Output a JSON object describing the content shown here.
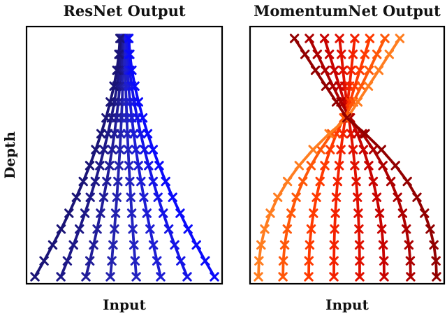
{
  "figure": {
    "background": "#ffffff",
    "frame_color": "#000000",
    "text_color": "#111111",
    "marker": "x"
  },
  "chart_data": [
    {
      "type": "line",
      "title": "ResNet Output",
      "xlabel": "Input",
      "ylabel": "Depth",
      "x_range": [
        -1,
        1
      ],
      "depth_levels": 16,
      "rows_order": "top_to_bottom",
      "legend": "none",
      "grid": false,
      "description": "Trajectories of 8 inputs through a ResNet: spread at input (bottom), converging toward the center with increasing depth.",
      "series": [
        {
          "name": "trajectory-1",
          "color": "#1a1476",
          "x_by_depth": [
            -0.045,
            -0.055,
            -0.076,
            -0.106,
            -0.143,
            -0.186,
            -0.236,
            -0.291,
            -0.351,
            -0.417,
            -0.487,
            -0.562,
            -0.642,
            -0.727,
            -0.815,
            -0.908
          ]
        },
        {
          "name": "trajectory-2",
          "color": "#1d1887",
          "x_by_depth": [
            -0.032,
            -0.039,
            -0.054,
            -0.075,
            -0.101,
            -0.132,
            -0.167,
            -0.207,
            -0.249,
            -0.296,
            -0.346,
            -0.4,
            -0.456,
            -0.516,
            -0.579,
            -0.645
          ]
        },
        {
          "name": "trajectory-3",
          "color": "#201c99",
          "x_by_depth": [
            -0.02,
            -0.024,
            -0.033,
            -0.046,
            -0.061,
            -0.08,
            -0.101,
            -0.125,
            -0.151,
            -0.179,
            -0.209,
            -0.242,
            -0.276,
            -0.312,
            -0.35,
            -0.39
          ]
        },
        {
          "name": "trajectory-4",
          "color": "#2322ae",
          "x_by_depth": [
            -0.007,
            -0.009,
            -0.012,
            -0.017,
            -0.022,
            -0.029,
            -0.037,
            -0.045,
            -0.055,
            -0.065,
            -0.076,
            -0.088,
            -0.1,
            -0.114,
            -0.127,
            -0.142
          ]
        },
        {
          "name": "trajectory-5",
          "color": "#2222c0",
          "x_by_depth": [
            0.006,
            0.007,
            0.01,
            0.014,
            0.019,
            0.025,
            0.031,
            0.039,
            0.047,
            0.056,
            0.065,
            0.075,
            0.086,
            0.097,
            0.109,
            0.121
          ]
        },
        {
          "name": "trajectory-6",
          "color": "#1d1dd4",
          "x_by_depth": [
            0.018,
            0.022,
            0.031,
            0.043,
            0.058,
            0.076,
            0.096,
            0.118,
            0.143,
            0.169,
            0.198,
            0.229,
            0.261,
            0.295,
            0.331,
            0.369
          ]
        },
        {
          "name": "trajectory-7",
          "color": "#1414e6",
          "x_by_depth": [
            0.032,
            0.039,
            0.054,
            0.075,
            0.1,
            0.131,
            0.166,
            0.204,
            0.247,
            0.293,
            0.342,
            0.395,
            0.451,
            0.511,
            0.573,
            0.638
          ]
        },
        {
          "name": "trajectory-8",
          "color": "#0a0afa",
          "x_by_depth": [
            0.046,
            0.056,
            0.077,
            0.107,
            0.144,
            0.188,
            0.237,
            0.293,
            0.354,
            0.42,
            0.491,
            0.567,
            0.647,
            0.732,
            0.821,
            0.915
          ]
        }
      ]
    },
    {
      "type": "line",
      "title": "MomentumNet Output",
      "xlabel": "Input",
      "ylabel": "Depth",
      "x_range": [
        -1,
        1
      ],
      "depth_levels": 16,
      "rows_order": "top_to_bottom",
      "legend": "none",
      "grid": false,
      "description": "Trajectories of 8 inputs through a MomentumNet: lines cross near one third of the depth and fan out again, sides swapped.",
      "series": [
        {
          "name": "trajectory-1",
          "color": "#920000",
          "x_by_depth": [
            -0.535,
            -0.428,
            -0.322,
            -0.216,
            -0.109,
            -0.003,
            0.184,
            0.349,
            0.491,
            0.611,
            0.709,
            0.786,
            0.843,
            0.881,
            0.902,
            0.908
          ]
        },
        {
          "name": "trajectory-2",
          "color": "#ad0000",
          "x_by_depth": [
            -0.383,
            -0.303,
            -0.223,
            -0.144,
            -0.064,
            0.028,
            0.155,
            0.267,
            0.363,
            0.444,
            0.511,
            0.563,
            0.601,
            0.627,
            0.641,
            0.645
          ]
        },
        {
          "name": "trajectory-3",
          "color": "#c80300",
          "x_by_depth": [
            -0.23,
            -0.18,
            -0.129,
            -0.079,
            -0.029,
            0.033,
            0.104,
            0.166,
            0.219,
            0.265,
            0.301,
            0.33,
            0.352,
            0.366,
            0.374,
            0.376
          ]
        },
        {
          "name": "trajectory-4",
          "color": "#e01000",
          "x_by_depth": [
            -0.077,
            -0.059,
            -0.042,
            -0.024,
            -0.006,
            0.017,
            0.04,
            0.06,
            0.077,
            0.092,
            0.104,
            0.113,
            0.12,
            0.125,
            0.127,
            0.128
          ]
        },
        {
          "name": "trajectory-5",
          "color": "#f32100",
          "x_by_depth": [
            0.077,
            0.059,
            0.042,
            0.024,
            0.006,
            -0.018,
            -0.042,
            -0.063,
            -0.081,
            -0.097,
            -0.11,
            -0.119,
            -0.127,
            -0.132,
            -0.134,
            -0.135
          ]
        },
        {
          "name": "trajectory-6",
          "color": "#ff3a00",
          "x_by_depth": [
            0.23,
            0.18,
            0.129,
            0.079,
            0.029,
            -0.034,
            -0.108,
            -0.172,
            -0.227,
            -0.275,
            -0.312,
            -0.342,
            -0.365,
            -0.38,
            -0.388,
            -0.39
          ]
        },
        {
          "name": "trajectory-7",
          "color": "#ff5708",
          "x_by_depth": [
            0.383,
            0.303,
            0.223,
            0.144,
            0.064,
            -0.028,
            -0.157,
            -0.27,
            -0.367,
            -0.449,
            -0.517,
            -0.569,
            -0.608,
            -0.634,
            -0.648,
            -0.652
          ]
        },
        {
          "name": "trajectory-8",
          "color": "#ff7d20",
          "x_by_depth": [
            0.535,
            0.428,
            0.322,
            0.216,
            0.109,
            0.003,
            -0.183,
            -0.346,
            -0.487,
            -0.606,
            -0.704,
            -0.78,
            -0.837,
            -0.874,
            -0.895,
            -0.901
          ]
        }
      ]
    }
  ]
}
